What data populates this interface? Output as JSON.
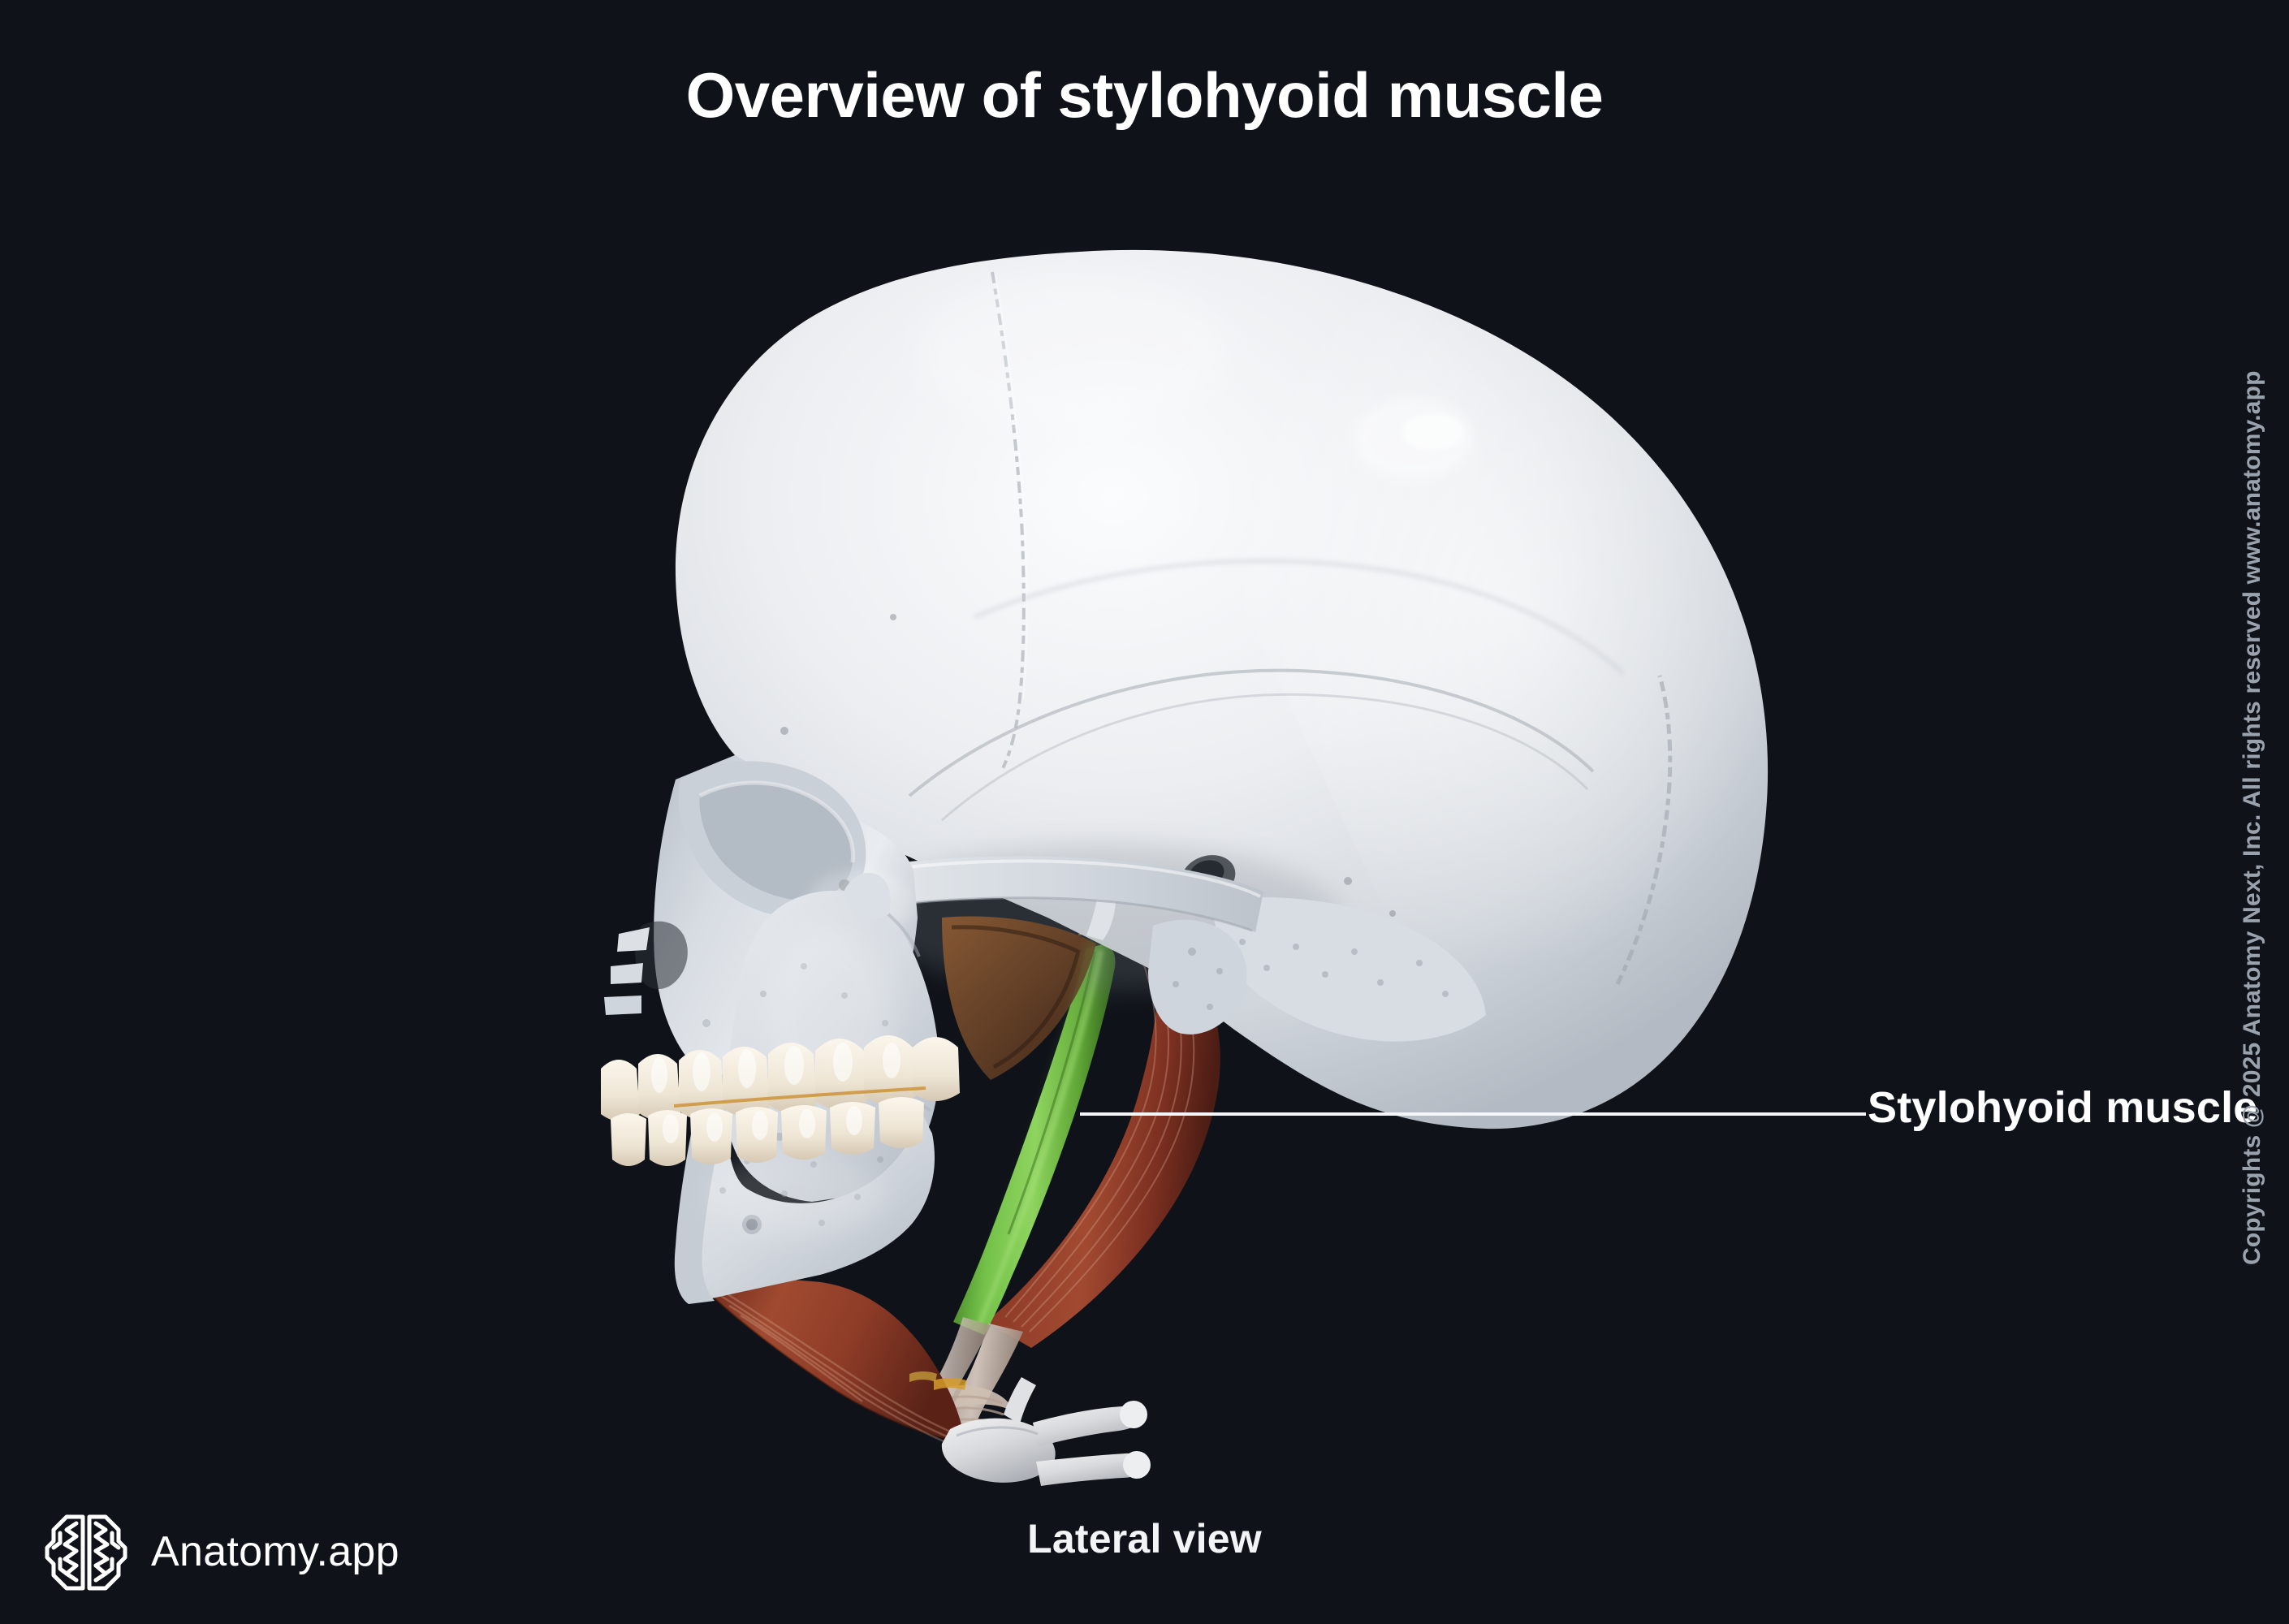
{
  "page": {
    "background_color": "#0f1319",
    "title": "Overview of stylohyoid muscle",
    "view_caption": "Lateral view",
    "copyright": "Copyrights @ 2025 Anatomy Next, Inc. All rights reserved www.anatomy.app"
  },
  "brand": {
    "name": "Anatomy.app",
    "logo_icon": "brain-icon"
  },
  "annotations": [
    {
      "id": "stylohyoid-muscle",
      "label": "Stylohyoid muscle",
      "leader_line_color": "#f4f6f8",
      "text_color": "#ffffff"
    }
  ],
  "illustration": {
    "subject": "human skull with suprahyoid muscles",
    "view": "left lateral",
    "highlight_color": "#63b546",
    "bone_color": "#dfe3e8",
    "muscle_color": "#8c3a2a",
    "tendon_color": "#c8b4a6",
    "tooth_color": "#efe6d8",
    "structures": [
      "cranium",
      "frontal bone",
      "parietal bone",
      "temporal bone",
      "occipital bone",
      "zygomatic arch",
      "maxilla",
      "mandible",
      "teeth",
      "mastoid process",
      "styloid process",
      "stylohyoid muscle",
      "digastric muscle",
      "hyoid bone"
    ]
  }
}
